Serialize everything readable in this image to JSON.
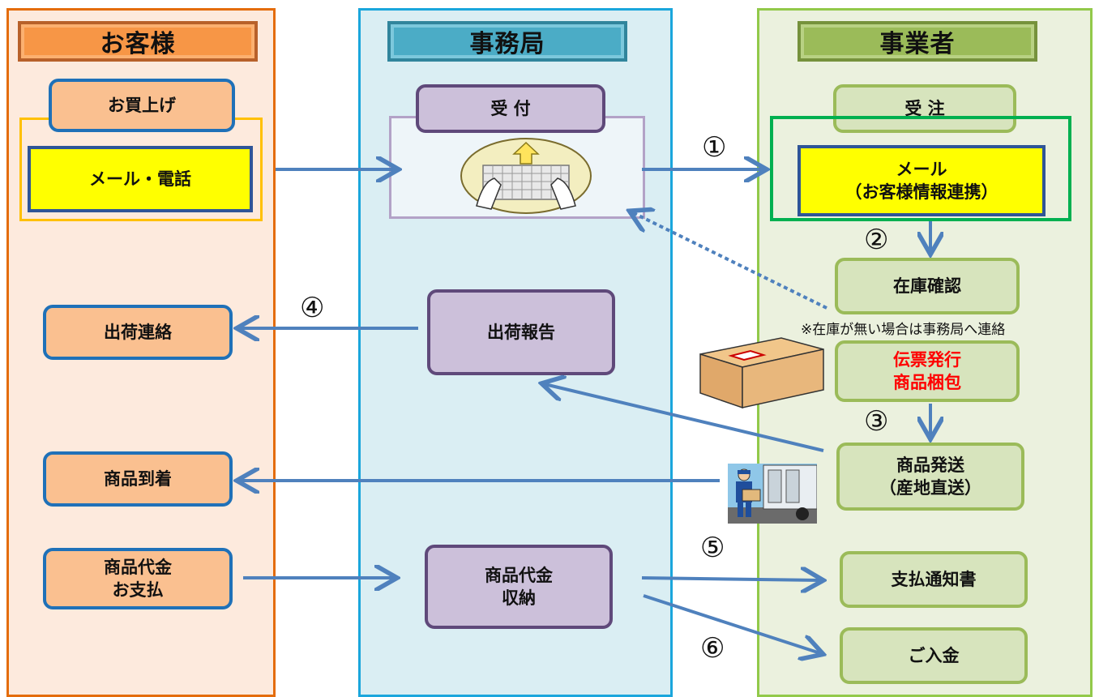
{
  "lanes": {
    "customer": {
      "title": "お客様"
    },
    "office": {
      "title": "事務局"
    },
    "vendor": {
      "title": "事業者"
    }
  },
  "customer": {
    "purchase": "お買上げ",
    "mail_phone": "メール・電話",
    "shipping_notice": "出荷連絡",
    "arrival": "商品到着",
    "payment_line1": "商品代金",
    "payment_line2": "お支払"
  },
  "office": {
    "reception": "受 付",
    "shipping_report": "出荷報告",
    "collection_line1": "商品代金",
    "collection_line2": "収納"
  },
  "vendor": {
    "order": "受 注",
    "mail_line1": "メール",
    "mail_line2": "（お客様情報連携）",
    "stock_check": "在庫確認",
    "stock_note": "※在庫が無い場合は事務局へ連絡",
    "slip_line1": "伝票発行",
    "slip_line2": "商品梱包",
    "ship_line1": "商品発送",
    "ship_line2": "（産地直送）",
    "payment_notice": "支払通知書",
    "deposit": "ご入金"
  },
  "steps": [
    "①",
    "②",
    "③",
    "④",
    "⑤",
    "⑥"
  ],
  "colors": {
    "customer_lane": "#fdeadd",
    "office_lane": "#daeef3",
    "vendor_lane": "#ebf1de",
    "arrow": "#4f81bd",
    "highlight_text": "#ff0000"
  },
  "icons": [
    "keyboard-hands-icon",
    "cardboard-box-icon",
    "delivery-truck-icon"
  ]
}
